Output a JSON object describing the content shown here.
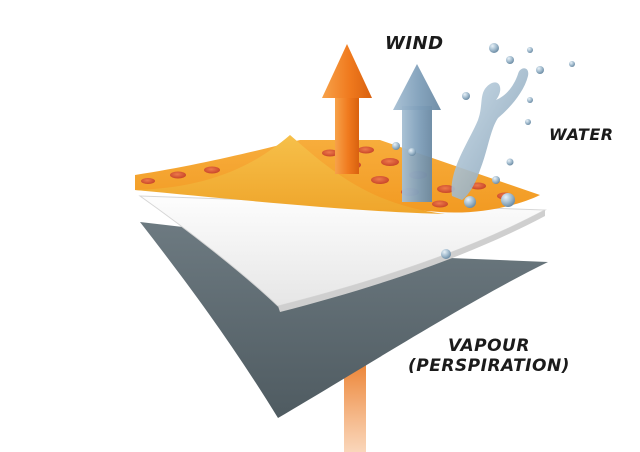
{
  "labels": {
    "wind": "WIND",
    "water": "WATER",
    "vapour_line1": "VAPOUR",
    "vapour_line2": "(PERSPIRATION)"
  },
  "colors": {
    "outer_layer": "#f5a32a",
    "outer_layer_dots": "#d8562c",
    "membrane_layer": "#f4f4f4",
    "inner_layer": "#5e6b72",
    "vapour_arrow": "#f07a1e",
    "wind_arrow": "#7f9fba",
    "water": "#9fb9cc",
    "text": "#1b1b1b"
  },
  "icons": [
    "vapour-arrow-icon",
    "wind-arrow-icon",
    "water-splash-icon"
  ]
}
